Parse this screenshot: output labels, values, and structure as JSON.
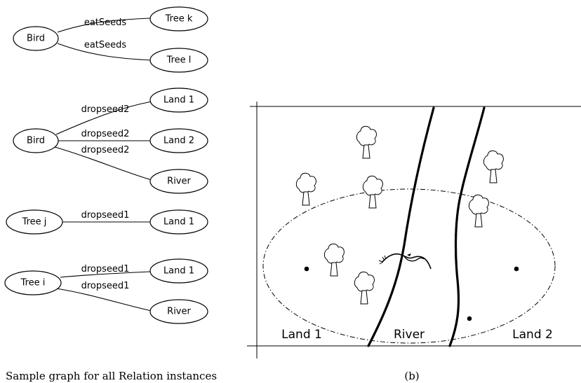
{
  "graph_a": {
    "group1": {
      "source": "Bird",
      "targets": [
        "Tree k",
        "Tree l"
      ],
      "edge_labels": [
        "eatSeeds",
        "eatSeeds"
      ]
    },
    "group2": {
      "source": "Bird",
      "targets": [
        "Land 1",
        "Land 2",
        "River"
      ],
      "edge_labels": [
        "dropseed2",
        "dropseed2",
        "dropseed2"
      ]
    },
    "group3": {
      "source": "Tree j",
      "targets": [
        "Land 1"
      ],
      "edge_labels": [
        "dropseed1"
      ]
    },
    "group4": {
      "source": "Tree i",
      "targets": [
        "Land 1",
        "River"
      ],
      "edge_labels": [
        "dropseed1",
        "dropseed1"
      ]
    },
    "caption": "Sample graph for all Relation instances"
  },
  "scene_b": {
    "region_labels": [
      "Land 1",
      "River",
      "Land 2"
    ],
    "caption": "(b)"
  }
}
